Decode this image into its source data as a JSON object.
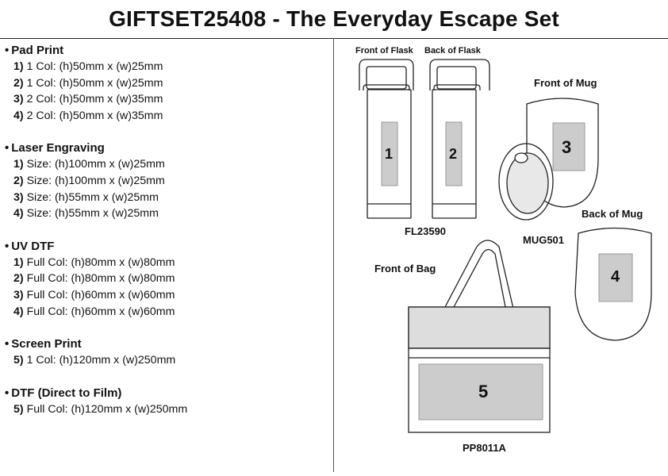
{
  "title": "GIFTSET25408 - The Everyday Escape Set",
  "sections": [
    {
      "title": "Pad Print",
      "items": [
        {
          "num": "1)",
          "text": "1 Col: (h)50mm x (w)25mm"
        },
        {
          "num": "2)",
          "text": "1 Col: (h)50mm x (w)25mm"
        },
        {
          "num": "3)",
          "text": "2 Col: (h)50mm x (w)35mm"
        },
        {
          "num": "4)",
          "text": "2 Col: (h)50mm x (w)35mm"
        }
      ]
    },
    {
      "title": "Laser Engraving",
      "items": [
        {
          "num": "1)",
          "text": "Size: (h)100mm x (w)25mm"
        },
        {
          "num": "2)",
          "text": "Size: (h)100mm x (w)25mm"
        },
        {
          "num": "3)",
          "text": "Size: (h)55mm x (w)25mm"
        },
        {
          "num": "4)",
          "text": "Size: (h)55mm x (w)25mm"
        }
      ]
    },
    {
      "title": "UV DTF",
      "items": [
        {
          "num": "1)",
          "text": "Full Col: (h)80mm x (w)80mm"
        },
        {
          "num": "2)",
          "text": "Full Col: (h)80mm x (w)80mm"
        },
        {
          "num": "3)",
          "text": "Full Col: (h)60mm x (w)60mm"
        },
        {
          "num": "4)",
          "text": "Full Col: (h)60mm x (w)60mm"
        }
      ]
    },
    {
      "title": "Screen Print",
      "items": [
        {
          "num": "5)",
          "text": "1 Col: (h)120mm x (w)250mm"
        }
      ]
    },
    {
      "title": "DTF (Direct to Film)",
      "items": [
        {
          "num": "5)",
          "text": "Full Col: (h)120mm x (w)250mm"
        }
      ]
    }
  ],
  "diagram": {
    "front_flask_label": "Front of Flask",
    "back_flask_label": "Back of Flask",
    "front_mug_label": "Front of Mug",
    "back_mug_label": "Back of Mug",
    "front_bag_label": "Front of Bag",
    "flask_code": "FL23590",
    "mug_code": "MUG501",
    "bag_code": "PP8011A",
    "area_1": "1",
    "area_2": "2",
    "area_3": "3",
    "area_4": "4",
    "area_5": "5",
    "print_area_color": "#cccccc",
    "line_color": "#222222"
  }
}
